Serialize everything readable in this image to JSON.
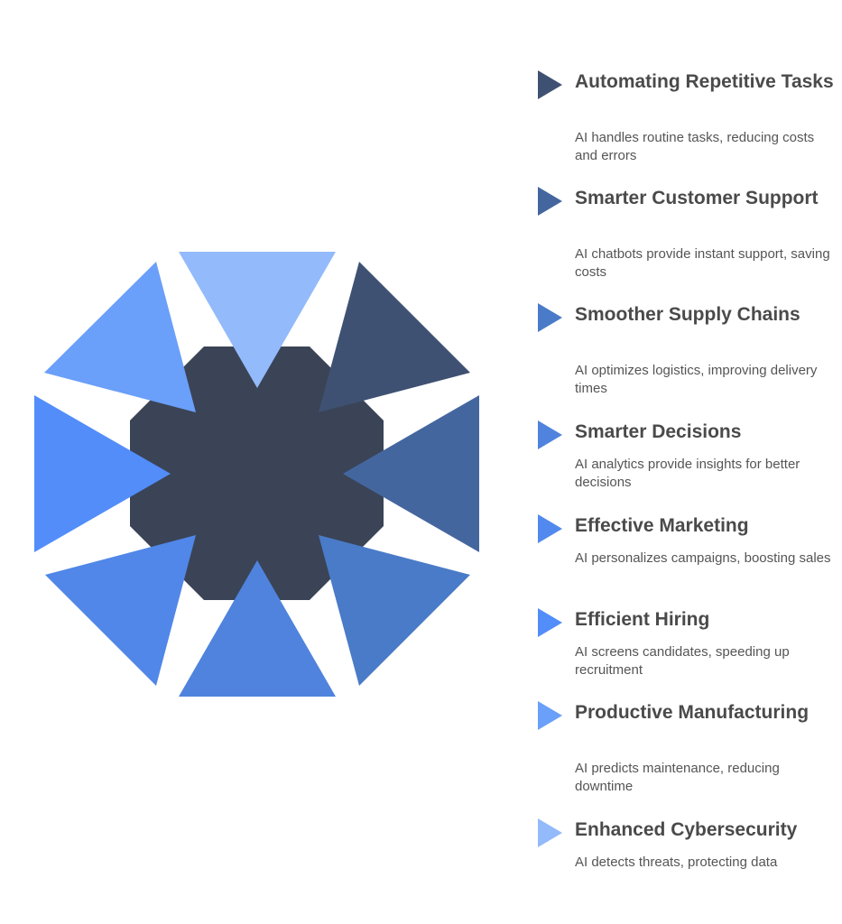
{
  "colors": {
    "center": "#3a4456",
    "navy": "#3f5172",
    "slate": "#44669f",
    "mid": "#4a7bc8",
    "blue": "#4f83dd",
    "bright": "#528dfa",
    "light": "#6a9ffa",
    "pale": "#93bafb",
    "heading": "#4a4a4a",
    "body": "#555555"
  },
  "items": [
    {
      "title": "Automating Repetitive Tasks",
      "description": "AI handles routine tasks, reducing costs and errors",
      "marker_color": "#3f5172"
    },
    {
      "title": "Smarter Customer Support",
      "description": "AI chatbots provide instant support, saving costs",
      "marker_color": "#44669f"
    },
    {
      "title": "Smoother Supply Chains",
      "description": "AI optimizes logistics, improving delivery times",
      "marker_color": "#4a7bc8"
    },
    {
      "title": "Smarter Decisions",
      "description": "AI analytics provide insights for better decisions",
      "marker_color": "#4f83dd"
    },
    {
      "title": "Effective Marketing",
      "description": "AI personalizes campaigns, boosting sales",
      "marker_color": "#5289ee"
    },
    {
      "title": "Efficient Hiring",
      "description": "AI screens candidates, speeding up recruitment",
      "marker_color": "#528dfa"
    },
    {
      "title": "Productive Manufacturing",
      "description": "AI predicts maintenance, reducing downtime",
      "marker_color": "#6a9ffa"
    },
    {
      "title": "Enhanced Cybersecurity",
      "description": "AI detects threats, protecting data",
      "marker_color": "#93bafb"
    }
  ]
}
